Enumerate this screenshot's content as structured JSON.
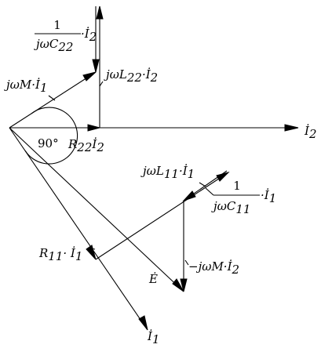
{
  "labels": {
    "i2_axis": "İ",
    "i2_axis_sub": "2",
    "i1_axis": "İ",
    "i1_axis_sub": "1",
    "e_vector": "Ė",
    "angle": "90°",
    "jwM_I1_main": "jωM·İ",
    "jwM_I1_sub": "1",
    "R22_I2_main": "R",
    "R22_sub": "22",
    "R22_I2_tail": "İ",
    "R22_I2_tail_sub": "2",
    "jwL22_main": "jωL",
    "jwL22_sub": "22",
    "jwL22_tail": "·İ",
    "jwL22_tail_sub": "2",
    "capC22_num": "1",
    "capC22_den": "jωC",
    "capC22_den_sub": "22",
    "capC22_tail": "·İ",
    "capC22_tail_sub": "2",
    "jwL11_main": "jωL",
    "jwL11_sub": "11",
    "jwL11_tail": "·İ",
    "jwL11_tail_sub": "1",
    "capC11_num": "1",
    "capC11_den": "jωC",
    "capC11_den_sub": "11",
    "capC11_tail": "·İ",
    "capC11_tail_sub": "1",
    "R11_main": "R",
    "R11_sub": "11",
    "R11_tail": "· İ",
    "R11_tail_sub": "1",
    "neg_jwM_main": "−jωM·İ",
    "neg_jwM_sub": "2"
  }
}
